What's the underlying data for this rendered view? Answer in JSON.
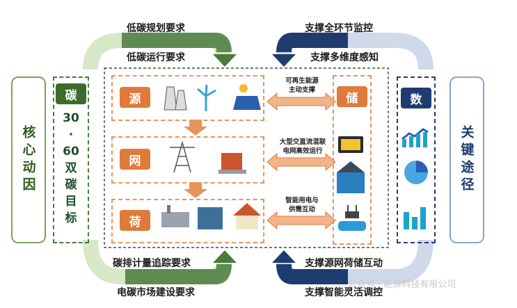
{
  "top_left": {
    "outer": "低碳规划要求",
    "inner": "低碳运行要求"
  },
  "top_right": {
    "outer": "支撑全环节监控",
    "inner": "支撑多维度感知"
  },
  "bottom_left": {
    "inner": "碳排计量追踪要求",
    "outer": "电碳市场建设要求"
  },
  "bottom_right": {
    "inner": "支撑源网荷储互动",
    "outer": "支撑智能灵活调控"
  },
  "left_panel": {
    "title": "核心动因",
    "tag": "碳",
    "target_lines": [
      "30",
      "·",
      "60",
      "双",
      "碳",
      "目",
      "标"
    ]
  },
  "right_panel": {
    "title": "关键途径",
    "tag": "数"
  },
  "rows": [
    {
      "tag": "源",
      "link_lines": [
        "可再生能源",
        "主动支撑"
      ]
    },
    {
      "tag": "网",
      "link_lines": [
        "大型交直流混联",
        "电网高效运行"
      ]
    },
    {
      "tag": "荷",
      "link_lines": [
        "智能用电与",
        "供需互动"
      ]
    }
  ],
  "storage": {
    "tag": "储"
  },
  "watermark": "公众号 · 能源科技有限公司",
  "colors": {
    "green": "#4a7a3c",
    "navy": "#1f3c6e",
    "orange": "#e07a3a",
    "light_green": "#d7e8c8",
    "light_blue": "#cfd9ea"
  }
}
